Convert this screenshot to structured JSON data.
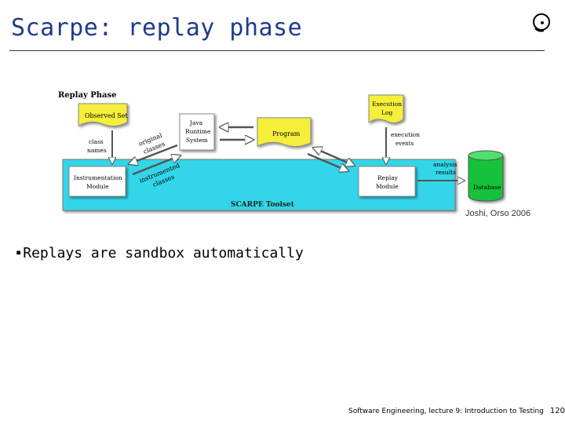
{
  "slide": {
    "title": "Scarpe: replay phase",
    "bullet": "Replays are sandbox automatically",
    "citation": "Joshi, Orso 2006",
    "footer_text": "Software Engineering, lecture 9: Introduction to Testing",
    "page_number": "120"
  },
  "diagram": {
    "phase_label": "Replay Phase",
    "toolset_label": "SCARPE Toolset",
    "boxes": {
      "observed_set": "Observed Set",
      "jvm_line1": "Java",
      "jvm_line2": "Runtime",
      "jvm_line3": "System",
      "program": "Program",
      "exec_log_line1": "Execution",
      "exec_log_line2": "Log",
      "instr_line1": "Instrumentation",
      "instr_line2": "Module",
      "replay_line1": "Replay",
      "replay_line2": "Module",
      "database": "Database"
    },
    "arrow_labels": {
      "class_names_line1": "class",
      "class_names_line2": "names",
      "original_classes_line1": "original",
      "original_classes_line2": "classes",
      "instrumented_classes_line1": "instrumented",
      "instrumented_classes_line2": "classes",
      "execution_events_line1": "execution",
      "execution_events_line2": "events",
      "analysis_results_line1": "analysis",
      "analysis_results_line2": "results"
    }
  },
  "colors": {
    "title": "#1f3a8a",
    "toolset_band": "#33d6e8",
    "yellow_box": "#f5ee3a",
    "database": "#19c23a",
    "citation": "#333333"
  }
}
